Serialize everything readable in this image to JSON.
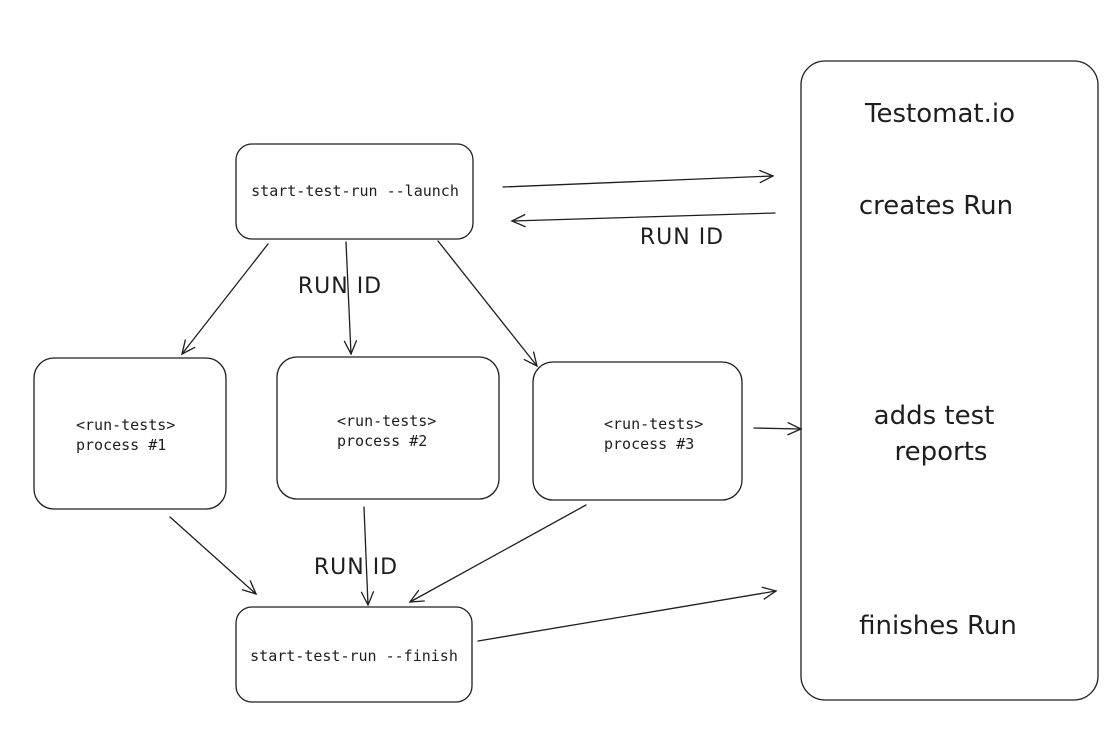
{
  "nodes": {
    "launch": {
      "label": "start-test-run --launch"
    },
    "process1": {
      "line1": "<run-tests>",
      "line2": "process #1"
    },
    "process2": {
      "line1": "<run-tests>",
      "line2": "process #2"
    },
    "process3": {
      "line1": "<run-tests>",
      "line2": "process #3"
    },
    "finish": {
      "label": "start-test-run --finish"
    }
  },
  "service": {
    "title": "Testomat.io",
    "step_create": "creates Run",
    "step_reports_line1": "adds test",
    "step_reports_line2": "reports",
    "step_finish": "finishes Run"
  },
  "edge_labels": {
    "run_id_response": "RUN ID",
    "run_id_to_processes": "RUN ID",
    "run_id_to_finish": "RUN ID"
  }
}
